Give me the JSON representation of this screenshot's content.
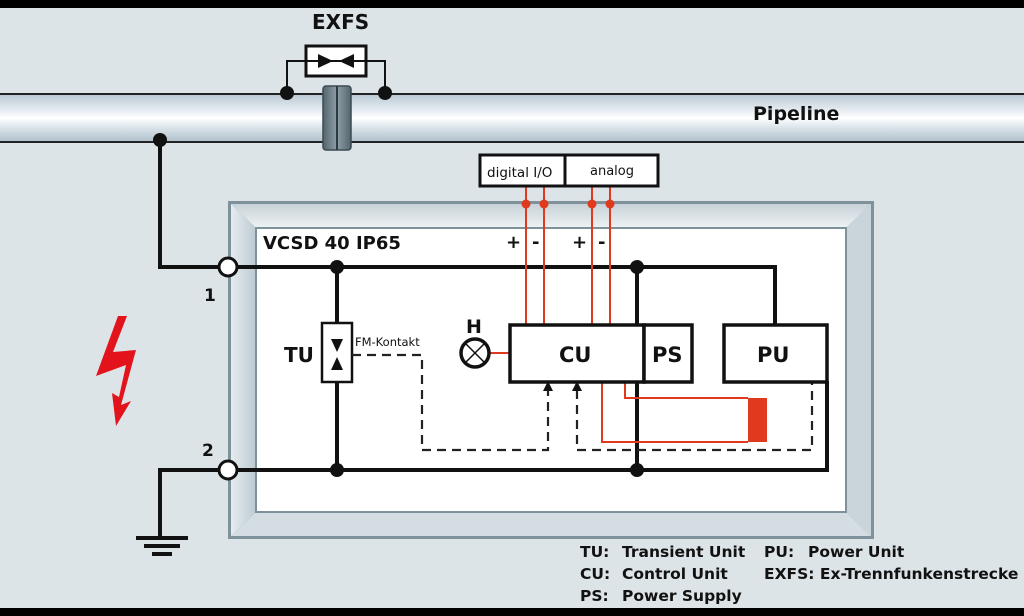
{
  "labels": {
    "exfs_title": "EXFS",
    "pipeline": "Pipeline",
    "device_title": "VCSD 40 IP65",
    "terminal_1": "1",
    "terminal_2": "2",
    "digital_io": "digital I/O",
    "analog": "analog",
    "plus": "+",
    "minus": "-",
    "h_lamp": "H",
    "tu": "TU",
    "fm_kontakt": "FM-Kontakt",
    "cu": "CU",
    "ps": "PS",
    "pu": "PU"
  },
  "legend": [
    {
      "abbr": "TU:",
      "text": "Transient Unit"
    },
    {
      "abbr": "CU:",
      "text": "Control Unit"
    },
    {
      "abbr": "PS:",
      "text": "Power Supply"
    },
    {
      "abbr": "PU:",
      "text": "Power Unit"
    },
    {
      "abbr": "EXFS:",
      "text": "Ex-Trennfunkenstrecke"
    }
  ],
  "icons": {
    "lightning": "lightning-bolt-icon",
    "ground": "ground-symbol-icon",
    "lamp": "indicator-lamp-icon"
  },
  "colors": {
    "background": "#dde4e8",
    "signal_red": "#e03a1e",
    "lightning_red": "#e3131b",
    "frame_gray": "#7f929c"
  }
}
